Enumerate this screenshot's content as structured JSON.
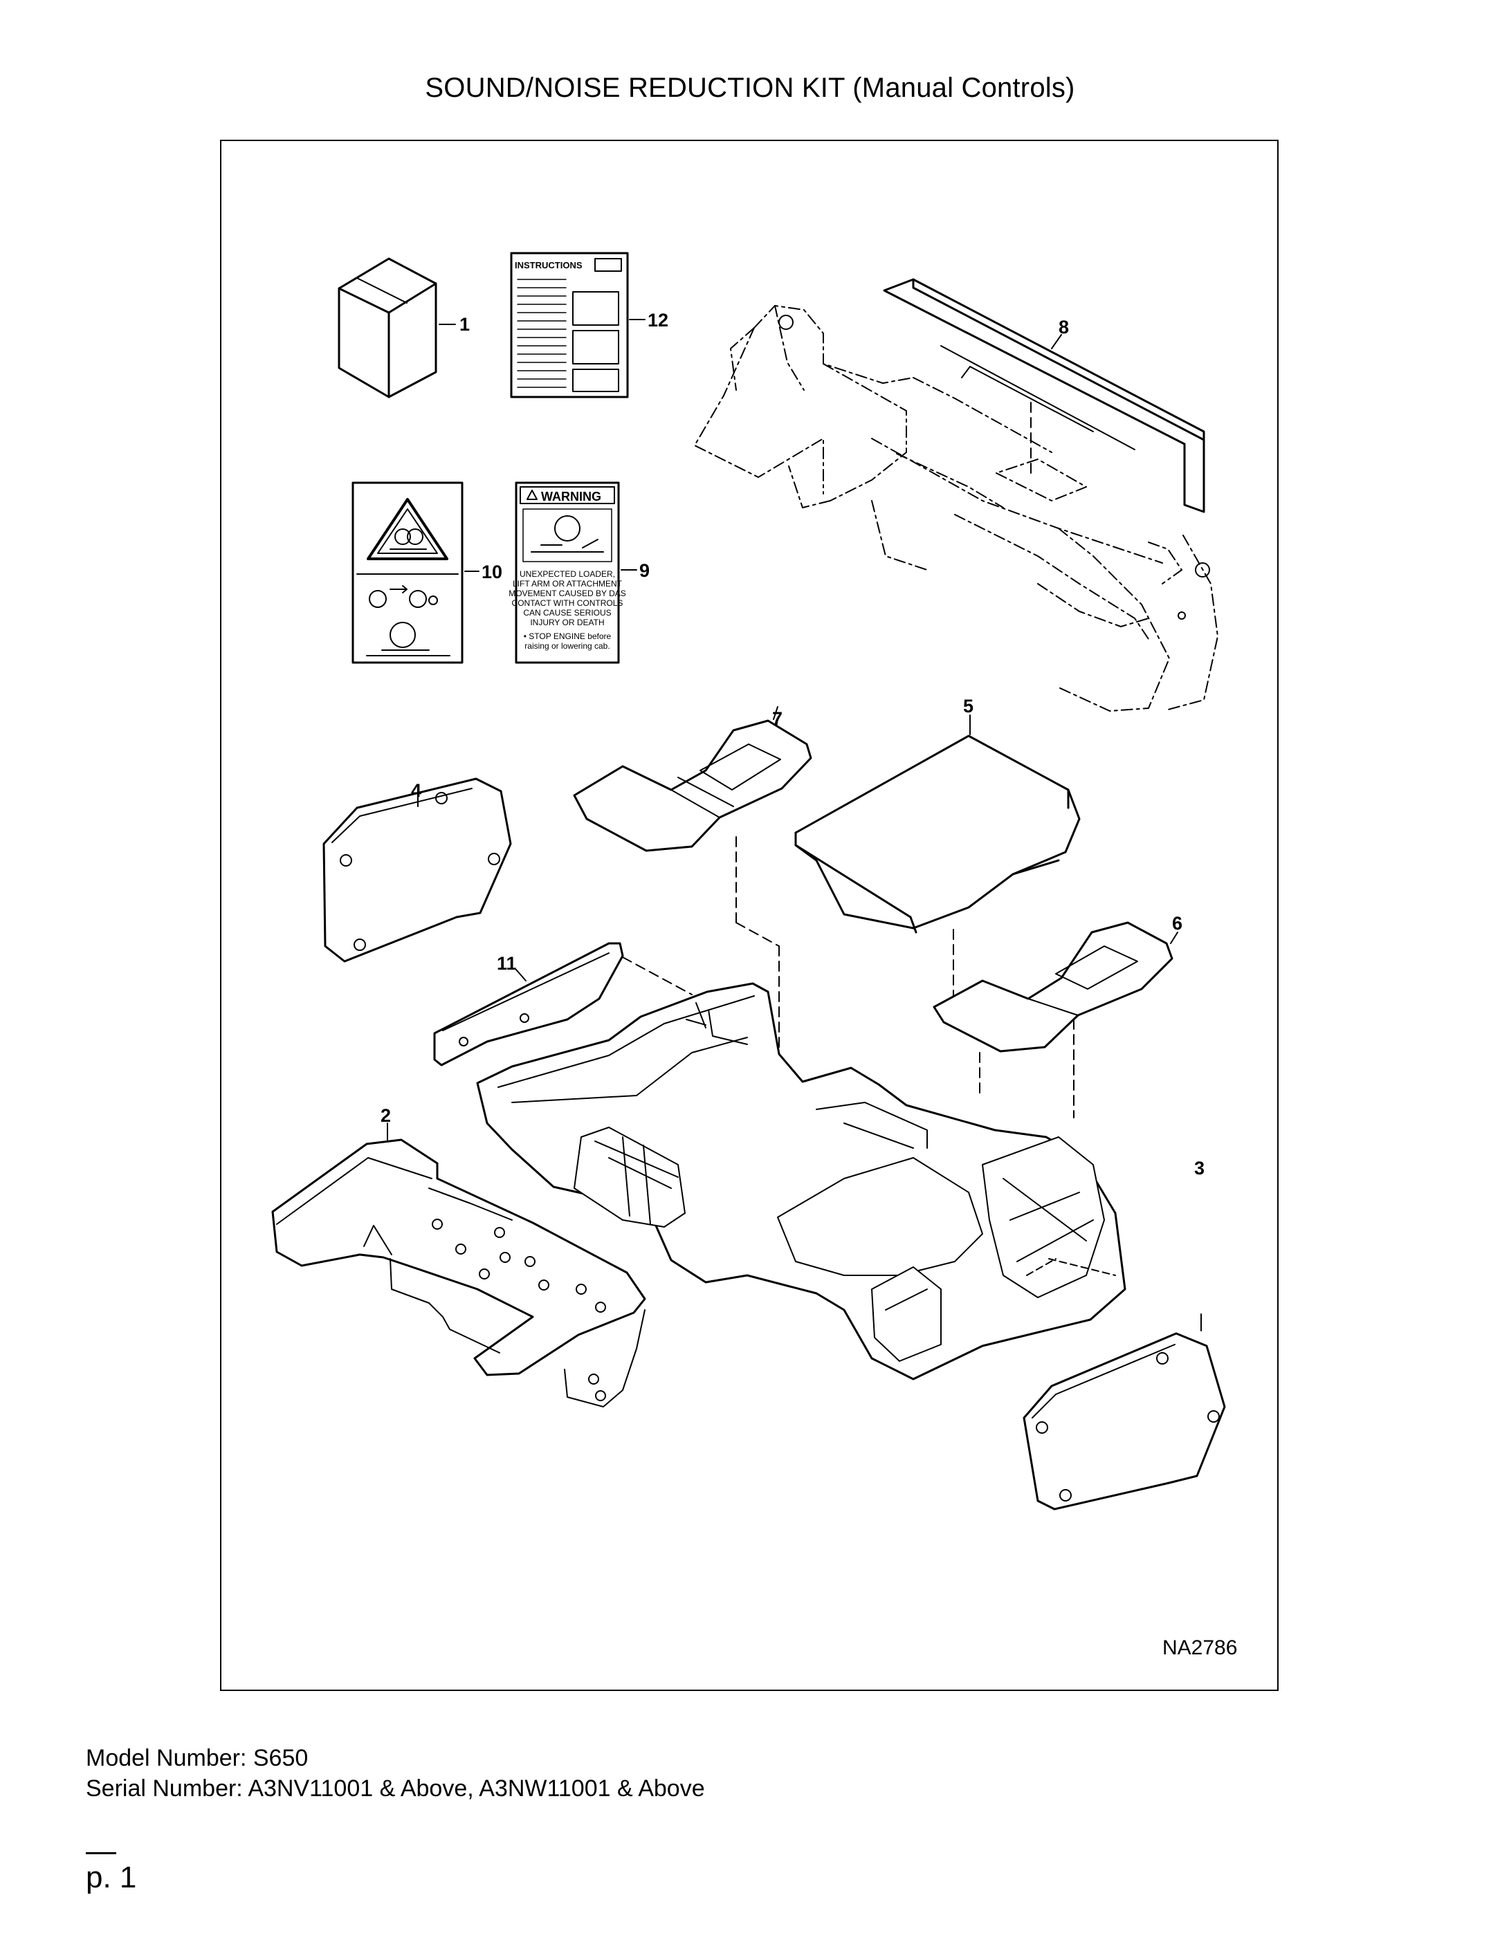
{
  "title": "SOUND/NOISE REDUCTION KIT (Manual Controls)",
  "diagram": {
    "sheet_id": "NA2786",
    "callouts": [
      "1",
      "2",
      "3",
      "4",
      "5",
      "6",
      "7",
      "8",
      "9",
      "10",
      "11",
      "12"
    ],
    "instructions_label": "INSTRUCTIONS",
    "warning_decal": {
      "header": "WARNING",
      "lines": [
        "UNEXPECTED LOADER,",
        "LIFT ARM OR ATTACHMENT",
        "MOVEMENT CAUSED BY DAS",
        "CONTACT WITH CONTROLS",
        "CAN CAUSE SERIOUS",
        "INJURY OR DEATH",
        "• STOP ENGINE before",
        "raising or lowering cab."
      ]
    }
  },
  "model_info": {
    "model_line": "Model Number: S650",
    "serial_line": "Serial Number: A3NV11001 & Above, A3NW11001 & Above"
  },
  "page": "p. 1"
}
